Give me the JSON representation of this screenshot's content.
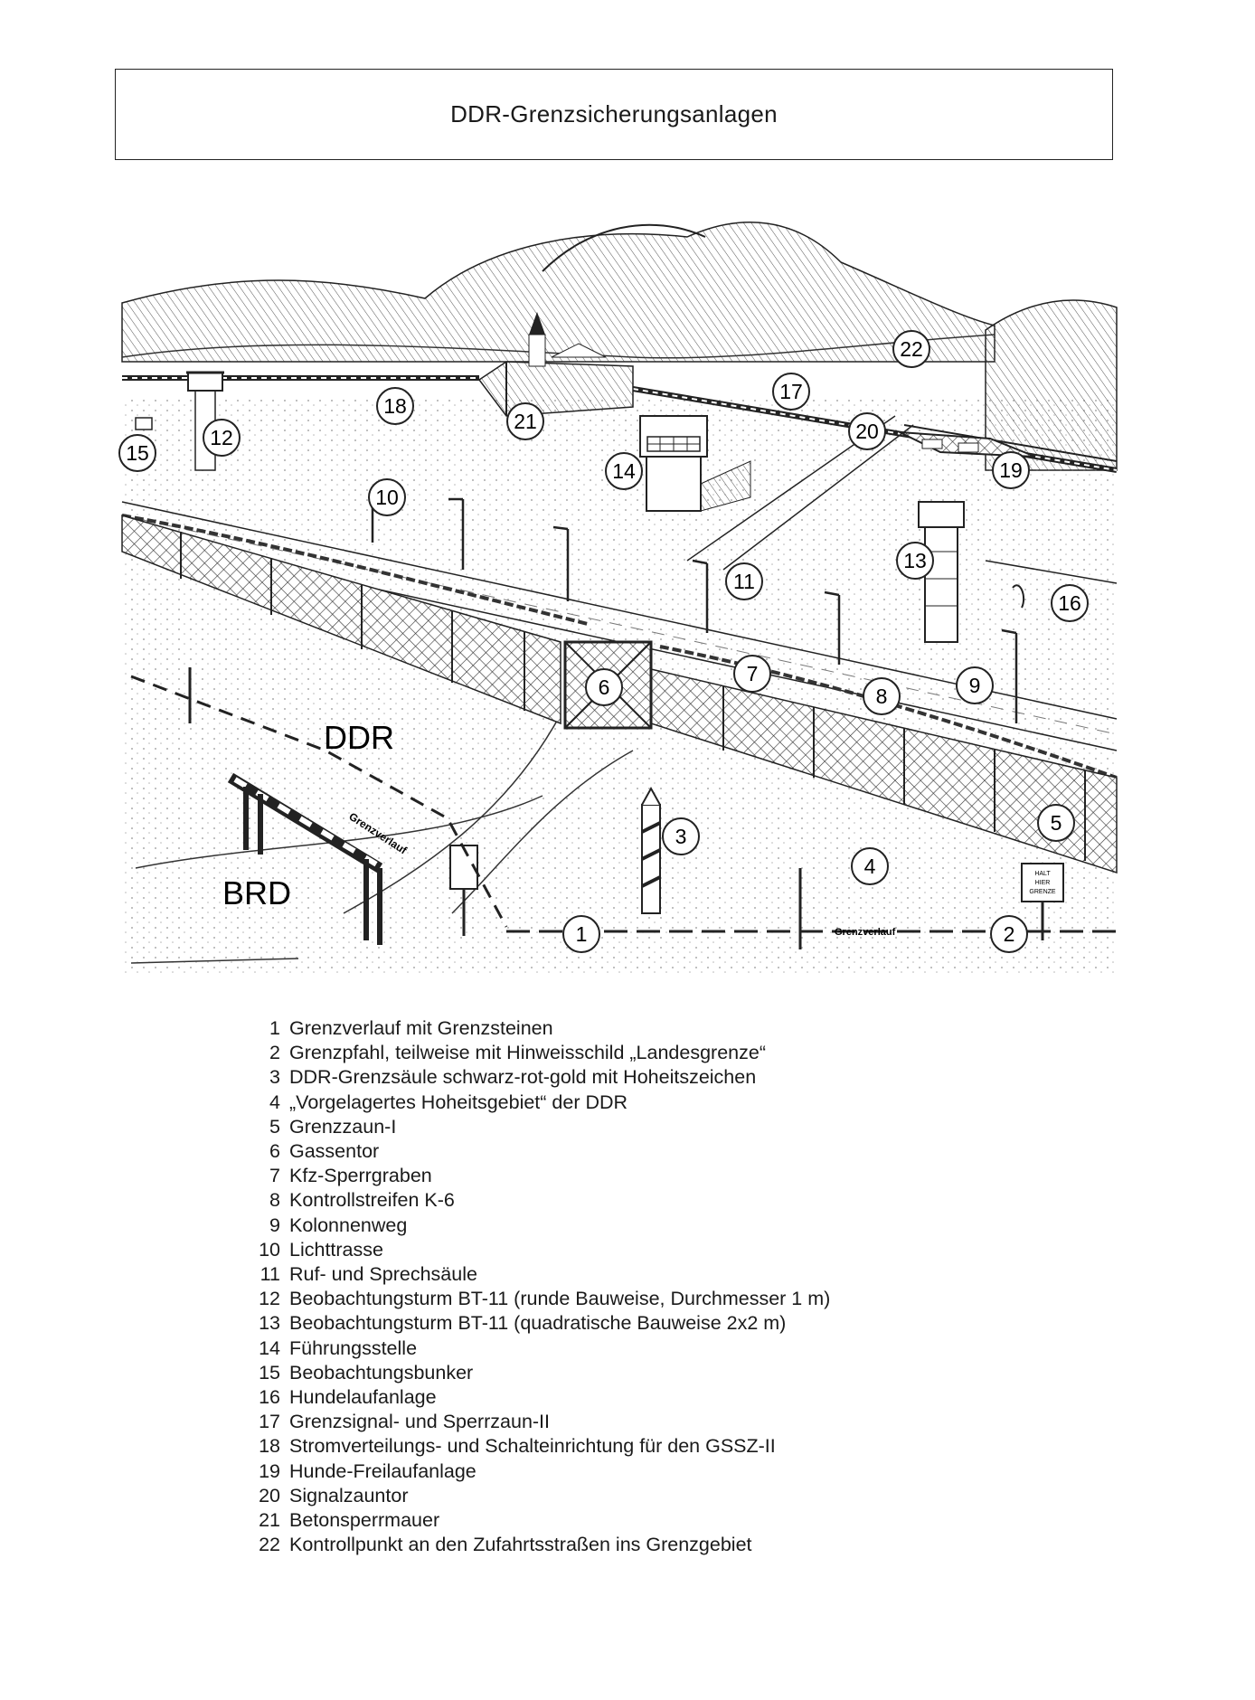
{
  "title": "DDR-Grenzsicherungsanlagen",
  "diagram": {
    "region_labels": {
      "ddr": "DDR",
      "brd": "BRD"
    },
    "border_line_label_diagonal": "Grenzverlauf",
    "border_line_label_bottom": "Grenzverlauf",
    "sign_text": [
      "HALT",
      "HIER",
      "GRENZE"
    ],
    "markers": [
      "1",
      "2",
      "3",
      "4",
      "5",
      "6",
      "7",
      "8",
      "9",
      "10",
      "11",
      "12",
      "13",
      "14",
      "15",
      "16",
      "17",
      "18",
      "19",
      "20",
      "21",
      "22"
    ]
  },
  "legend": [
    {
      "num": "1",
      "label": "Grenzverlauf mit Grenzsteinen"
    },
    {
      "num": "2",
      "label": "Grenzpfahl, teilweise mit Hinweisschild „Landesgrenze“"
    },
    {
      "num": "3",
      "label": "DDR-Grenzsäule schwarz-rot-gold mit Hoheitszeichen"
    },
    {
      "num": "4",
      "label": "„Vorgelagertes Hoheitsgebiet“ der DDR"
    },
    {
      "num": "5",
      "label": "Grenzzaun-I"
    },
    {
      "num": "6",
      "label": "Gassentor"
    },
    {
      "num": "7",
      "label": "Kfz-Sperrgraben"
    },
    {
      "num": "8",
      "label": "Kontrollstreifen K-6"
    },
    {
      "num": "9",
      "label": "Kolonnenweg"
    },
    {
      "num": "10",
      "label": "Lichttrasse"
    },
    {
      "num": "11",
      "label": "Ruf- und Sprechsäule"
    },
    {
      "num": "12",
      "label": "Beobachtungsturm BT-11 (runde Bauweise, Durchmesser 1 m)"
    },
    {
      "num": "13",
      "label": "Beobachtungsturm BT-11 (quadratische Bauweise 2x2 m)"
    },
    {
      "num": "14",
      "label": "Führungsstelle"
    },
    {
      "num": "15",
      "label": "Beobachtungsbunker"
    },
    {
      "num": "16",
      "label": "Hundelaufanlage"
    },
    {
      "num": "17",
      "label": "Grenzsignal- und Sperrzaun-II"
    },
    {
      "num": "18",
      "label": "Stromverteilungs- und Schalteinrichtung für den GSSZ-II"
    },
    {
      "num": "19",
      "label": "Hunde-Freilaufanlage"
    },
    {
      "num": "20",
      "label": "Signalzauntor"
    },
    {
      "num": "21",
      "label": "Betonsperrmauer"
    },
    {
      "num": "22",
      "label": "Kontrollpunkt an den Zufahrtsstraßen ins Grenzgebiet"
    }
  ]
}
